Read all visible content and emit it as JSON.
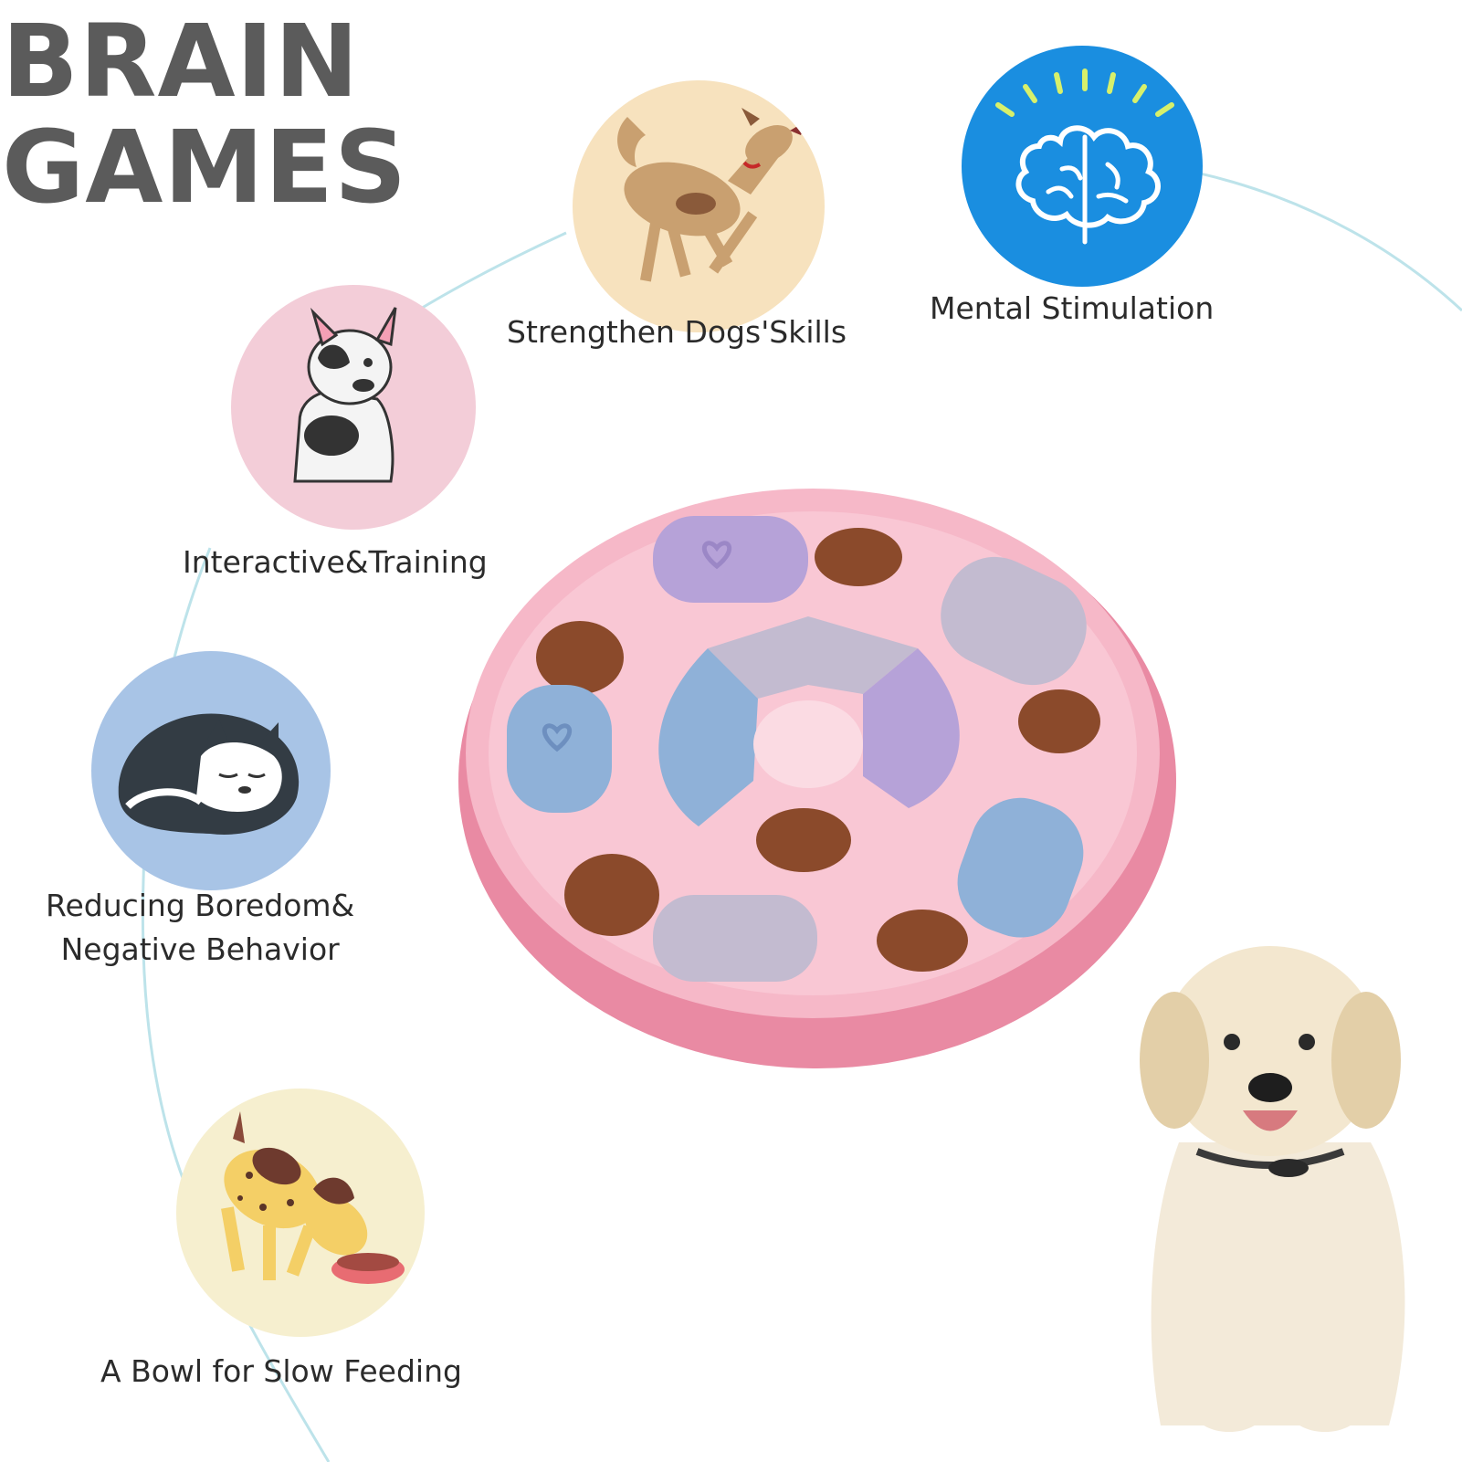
{
  "title": {
    "line1": "BRAIN",
    "line2": "GAMES"
  },
  "features": [
    {
      "label": "Strengthen Dogs'Skills",
      "icon": "playful-dog-icon",
      "bg": "#f7e2be"
    },
    {
      "label": "Mental Stimulation",
      "icon": "brain-icon",
      "bg": "#1a8ee0"
    },
    {
      "label": "Interactive&Training",
      "icon": "sitting-french-bulldog-icon",
      "bg": "#f3cdd8"
    },
    {
      "label_lines": [
        "Reducing Boredom&",
        "Negative Behavior"
      ],
      "icon": "sleeping-husky-icon",
      "bg": "#a8c4e6"
    },
    {
      "label": "A Bowl for Slow Feeding",
      "icon": "dog-eating-from-bowl-icon",
      "bg": "#f6efcf"
    }
  ],
  "colors": {
    "heading": "#5b5b5b",
    "connector": "#bde3ea",
    "puzzle_pink": "#f6b8c8",
    "puzzle_purple": "#b6a2d8",
    "puzzle_blue": "#8fb1d8",
    "puzzle_grey": "#c3bbd0",
    "kibble": "#8b4a2b"
  },
  "product_image": "pink-puzzle-feeder",
  "puppy_image": "golden-retriever-puppy"
}
